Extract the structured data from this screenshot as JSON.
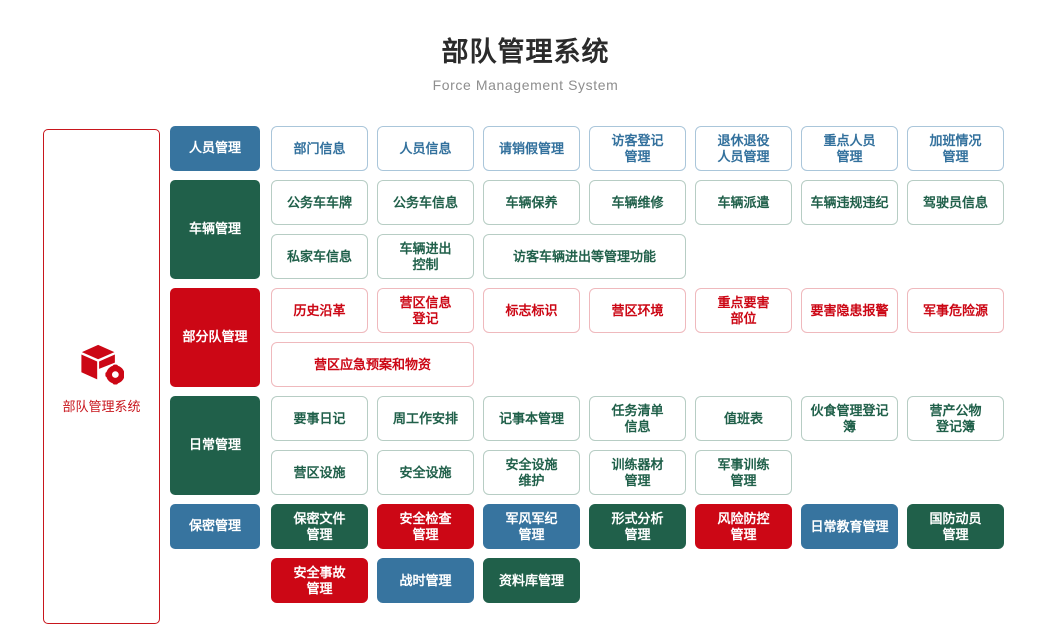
{
  "header": {
    "title": "部队管理系统",
    "subtitle": "Force Management System"
  },
  "sidebar": {
    "icon": "cube-gear-icon",
    "label": "部队管理系统",
    "border_color": "#c8161d"
  },
  "colors": {
    "blue": "#37749f",
    "green": "#20604a",
    "red": "#cc0715",
    "title": "#2b2b2b",
    "subtitle": "#8e8e8e"
  },
  "groups": [
    {
      "label": "人员管理",
      "label_style": "lbl-blue",
      "rows": [
        [
          {
            "text": "部门信息",
            "style": "outline-blue",
            "wide": false
          },
          {
            "text": "人员信息",
            "style": "outline-blue",
            "wide": false
          },
          {
            "text": "请销假管理",
            "style": "outline-blue",
            "wide": false
          },
          {
            "text": "访客登记\n管理",
            "style": "outline-blue",
            "wide": false
          },
          {
            "text": "退休退役\n人员管理",
            "style": "outline-blue",
            "wide": false
          },
          {
            "text": "重点人员\n管理",
            "style": "outline-blue",
            "wide": false
          },
          {
            "text": "加班情况\n管理",
            "style": "outline-blue",
            "wide": false
          }
        ]
      ]
    },
    {
      "label": "车辆管理",
      "label_style": "lbl-green",
      "rows": [
        [
          {
            "text": "公务车车牌",
            "style": "outline-green",
            "wide": false
          },
          {
            "text": "公务车信息",
            "style": "outline-green",
            "wide": false
          },
          {
            "text": "车辆保养",
            "style": "outline-green",
            "wide": false
          },
          {
            "text": "车辆维修",
            "style": "outline-green",
            "wide": false
          },
          {
            "text": "车辆派遣",
            "style": "outline-green",
            "wide": false
          },
          {
            "text": "车辆违规违纪",
            "style": "outline-green",
            "wide": false
          },
          {
            "text": "驾驶员信息",
            "style": "outline-green",
            "wide": false
          }
        ],
        [
          {
            "text": "私家车信息",
            "style": "outline-green",
            "wide": false
          },
          {
            "text": "车辆进出\n控制",
            "style": "outline-green",
            "wide": false
          },
          {
            "text": "访客车辆进出等管理功能",
            "style": "outline-green",
            "wide": true
          }
        ]
      ]
    },
    {
      "label": "部分队管理",
      "label_style": "lbl-red",
      "rows": [
        [
          {
            "text": "历史沿革",
            "style": "outline-red",
            "wide": false
          },
          {
            "text": "营区信息\n登记",
            "style": "outline-red",
            "wide": false
          },
          {
            "text": "标志标识",
            "style": "outline-red",
            "wide": false
          },
          {
            "text": "营区环境",
            "style": "outline-red",
            "wide": false
          },
          {
            "text": "重点要害\n部位",
            "style": "outline-red",
            "wide": false
          },
          {
            "text": "要害隐患报警",
            "style": "outline-red",
            "wide": false
          },
          {
            "text": "军事危险源",
            "style": "outline-red",
            "wide": false
          }
        ],
        [
          {
            "text": "营区应急预案和物资",
            "style": "outline-red",
            "wide": true
          }
        ]
      ]
    },
    {
      "label": "日常管理",
      "label_style": "lbl-green",
      "rows": [
        [
          {
            "text": "要事日记",
            "style": "outline-green",
            "wide": false
          },
          {
            "text": "周工作安排",
            "style": "outline-green",
            "wide": false
          },
          {
            "text": "记事本管理",
            "style": "outline-green",
            "wide": false
          },
          {
            "text": "任务清单\n信息",
            "style": "outline-green",
            "wide": false
          },
          {
            "text": "值班表",
            "style": "outline-green",
            "wide": false
          },
          {
            "text": "伙食管理登记簿",
            "style": "outline-green",
            "wide": false
          },
          {
            "text": "营产公物\n登记簿",
            "style": "outline-green",
            "wide": false
          }
        ],
        [
          {
            "text": "营区设施",
            "style": "outline-green",
            "wide": false
          },
          {
            "text": "安全设施",
            "style": "outline-green",
            "wide": false
          },
          {
            "text": "安全设施\n维护",
            "style": "outline-green",
            "wide": false
          },
          {
            "text": "训练器材\n管理",
            "style": "outline-green",
            "wide": false
          },
          {
            "text": "军事训练\n管理",
            "style": "outline-green",
            "wide": false
          }
        ]
      ]
    },
    {
      "label": "保密管理",
      "label_style": "lbl-blue",
      "rows": [
        [
          {
            "text": "保密文件\n管理",
            "style": "fill-green",
            "wide": false
          },
          {
            "text": "安全检查\n管理",
            "style": "fill-red",
            "wide": false
          },
          {
            "text": "军风军纪\n管理",
            "style": "fill-blue",
            "wide": false
          },
          {
            "text": "形式分析\n管理",
            "style": "fill-green",
            "wide": false
          },
          {
            "text": "风险防控\n管理",
            "style": "fill-red",
            "wide": false
          },
          {
            "text": "日常教育管理",
            "style": "fill-blue",
            "wide": false
          },
          {
            "text": "国防动员\n管理",
            "style": "fill-green",
            "wide": false
          }
        ],
        [
          {
            "text": "安全事故\n管理",
            "style": "fill-red",
            "wide": false
          },
          {
            "text": "战时管理",
            "style": "fill-blue",
            "wide": false
          },
          {
            "text": "资料库管理",
            "style": "fill-green",
            "wide": false
          }
        ]
      ]
    }
  ]
}
